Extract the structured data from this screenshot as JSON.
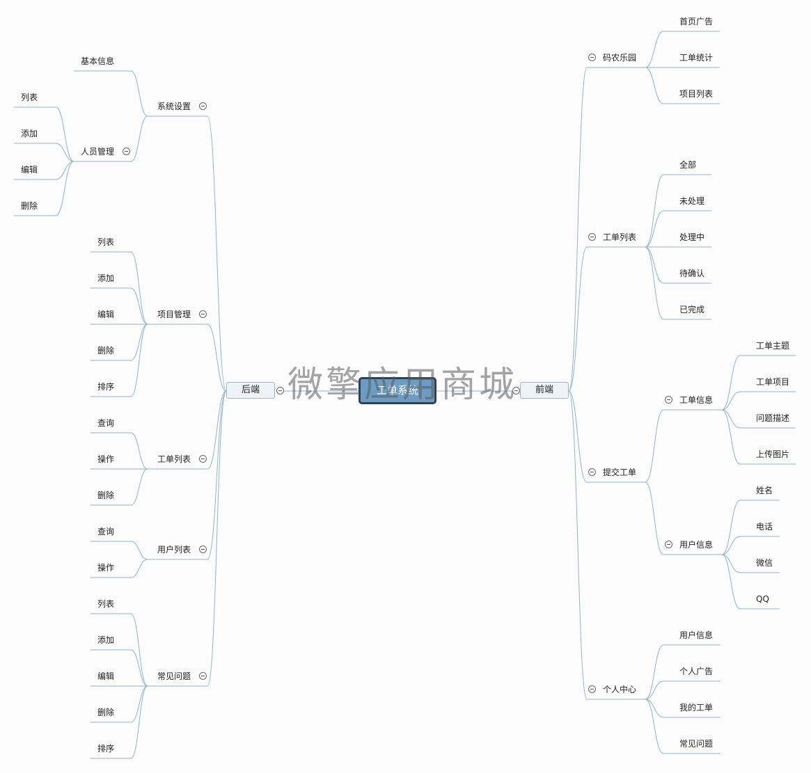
{
  "root": {
    "label": "工单系统"
  },
  "watermark": "微擎应用商城",
  "colors": {
    "line": "#8fb3cf",
    "root_fill": "#6b9dc4",
    "root_border": "#2e4254",
    "branch_fill": "#eef3f8"
  },
  "backend": {
    "label": "后端",
    "groups": [
      {
        "label": "系统设置",
        "children": [
          {
            "label": "基本信息"
          },
          {
            "label": "人员管理",
            "children": [
              {
                "label": "列表"
              },
              {
                "label": "添加"
              },
              {
                "label": "编辑"
              },
              {
                "label": "删除"
              }
            ]
          }
        ]
      },
      {
        "label": "项目管理",
        "children": [
          {
            "label": "列表"
          },
          {
            "label": "添加"
          },
          {
            "label": "编辑"
          },
          {
            "label": "删除"
          },
          {
            "label": "排序"
          }
        ]
      },
      {
        "label": "工单列表",
        "children": [
          {
            "label": "查询"
          },
          {
            "label": "操作"
          },
          {
            "label": "删除"
          }
        ]
      },
      {
        "label": "用户列表",
        "children": [
          {
            "label": "查询"
          },
          {
            "label": "操作"
          }
        ]
      },
      {
        "label": "常见问题",
        "children": [
          {
            "label": "列表"
          },
          {
            "label": "添加"
          },
          {
            "label": "编辑"
          },
          {
            "label": "删除"
          },
          {
            "label": "排序"
          }
        ]
      }
    ]
  },
  "frontend": {
    "label": "前端",
    "groups": [
      {
        "label": "码农乐园",
        "children": [
          {
            "label": "首页广告"
          },
          {
            "label": "工单统计"
          },
          {
            "label": "项目列表"
          }
        ]
      },
      {
        "label": "工单列表",
        "children": [
          {
            "label": "全部"
          },
          {
            "label": "未处理"
          },
          {
            "label": "处理中"
          },
          {
            "label": "待确认"
          },
          {
            "label": "已完成"
          }
        ]
      },
      {
        "label": "提交工单",
        "children": [
          {
            "label": "工单信息",
            "children": [
              {
                "label": "工单主题"
              },
              {
                "label": "工单项目"
              },
              {
                "label": "问题描述"
              },
              {
                "label": "上传图片"
              }
            ]
          },
          {
            "label": "用户信息",
            "children": [
              {
                "label": "姓名"
              },
              {
                "label": "电话"
              },
              {
                "label": "微信"
              },
              {
                "label": "QQ"
              }
            ]
          }
        ]
      },
      {
        "label": "个人中心",
        "children": [
          {
            "label": "用户信息"
          },
          {
            "label": "个人广告"
          },
          {
            "label": "我的工单"
          },
          {
            "label": "常见问题"
          }
        ]
      }
    ]
  }
}
